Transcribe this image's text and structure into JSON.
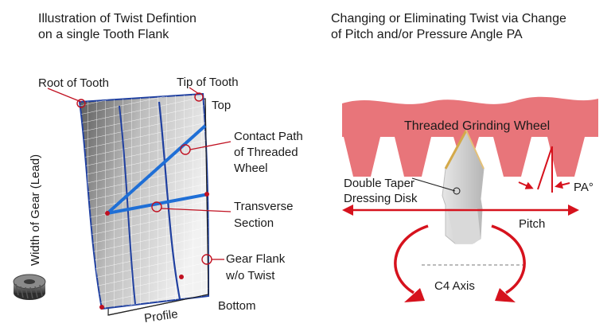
{
  "left_panel": {
    "title_line1": "Illustration of Twist Defintion",
    "title_line2": "on a single Tooth Flank",
    "labels": {
      "root": "Root of Tooth",
      "tip": "Tip of Tooth",
      "top": "Top",
      "contact_1": "Contact Path",
      "contact_2": "of Threaded",
      "contact_3": "Wheel",
      "transverse_1": "Transverse",
      "transverse_2": "Section",
      "flank_1": "Gear Flank",
      "flank_2": "w/o Twist",
      "bottom": "Bottom",
      "profile": "Profile",
      "width": "Width of Gear (Lead)"
    }
  },
  "right_panel": {
    "title_line1": "Changing or Eliminating Twist via Change",
    "title_line2": "of Pitch and/or Pressure Angle PA",
    "labels": {
      "wheel": "Threaded Grinding Wheel",
      "disk_1": "Double Taper",
      "disk_2": "Dressing Disk",
      "pa": "PA°",
      "pitch": "Pitch",
      "axis": "C4 Axis"
    }
  },
  "colors": {
    "wheel": "#e8757a",
    "arrow_red": "#d6121d",
    "marker_red": "#c01020",
    "contact_blue": "#1f6fd6",
    "flank_outline_blue": "#2040a0",
    "disk_gray": "#c8c8c8",
    "disk_edge_gold": "#d4a94a"
  },
  "icons": [
    "gear-thumbnail-icon",
    "rotation-arrow-icon",
    "pitch-arrow-icon"
  ]
}
